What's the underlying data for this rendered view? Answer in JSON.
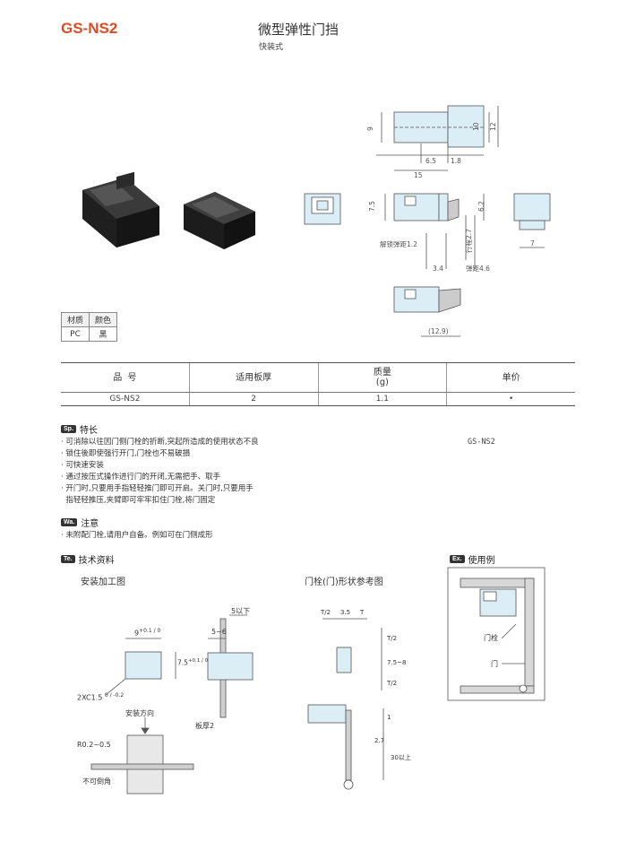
{
  "header": {
    "code": "GS-NS2",
    "title": "微型弹性门挡",
    "subtitle": "快装式"
  },
  "spec_table": {
    "headers": [
      "材质",
      "颜色"
    ],
    "values": [
      "PC",
      "黑"
    ]
  },
  "main_table": {
    "headers": [
      "品  号",
      "适用板厚",
      "质量\n(g)",
      "单价"
    ],
    "row": [
      "GS-NS2",
      "2",
      "1.1",
      "•"
    ]
  },
  "features": {
    "tag": "Sp.",
    "title": "特长",
    "items": [
      "· 可消除以往因门侧门栓的折断,突起所造成的使用状态不良",
      "· 锁住後即使强行开门,门栓也不易破損",
      "· 可快速安装",
      "· 通过按压式操作进行门的开闭,无需把手、取手",
      "· 开门时,只要用手指轻轻推门即可开启。关门时,只要用手",
      "  指轻轻推压,夹臂即可牢牢扣住门栓,将门固定"
    ],
    "model_note": "GS-NS2"
  },
  "caution": {
    "tag": "Wa.",
    "title": "注意",
    "items": [
      "· 未附配门栓,请用户自备。例如可在门侧成形"
    ]
  },
  "tech": {
    "tag": "Te.",
    "title": "技术资料",
    "install_title": "安装加工图",
    "latch_title": "门栓(门)形状参考图",
    "labels": {
      "w9": "9",
      "w9_tol": "+0.1 / 0",
      "h75": "7.5",
      "h75_tol": "+0.1 / 0",
      "chamfer": "2XC1.5",
      "chamfer_tol": "0 / -0.2",
      "direction": "安装方向",
      "radius": "R0.2~0.5",
      "no_chamfer": "不可倒角",
      "max5": "5以下",
      "range56": "5~6",
      "board": "板厚2",
      "t2a": "T/2",
      "d35": "3.5",
      "t": "T",
      "t2b": "T/2",
      "d752": "7.5~8",
      "t2c": "T/2",
      "d1": "1",
      "d27": "2.7",
      "d30": "30以上"
    }
  },
  "example": {
    "tag": "Ex.",
    "title": "使用例",
    "latch_label": "门栓",
    "door_label": "门"
  },
  "drawing": {
    "d9": "9",
    "d10": "10",
    "d12": "12",
    "d65": "6.5",
    "d18": "1.8",
    "d15": "15",
    "d75": "7.5",
    "d62": "6.2",
    "d7": "7",
    "release": "解锁弹距1.2",
    "stroke": "行程2.7",
    "d34": "3.4",
    "spring": "弹距4.6",
    "d129": "(12.9)"
  }
}
